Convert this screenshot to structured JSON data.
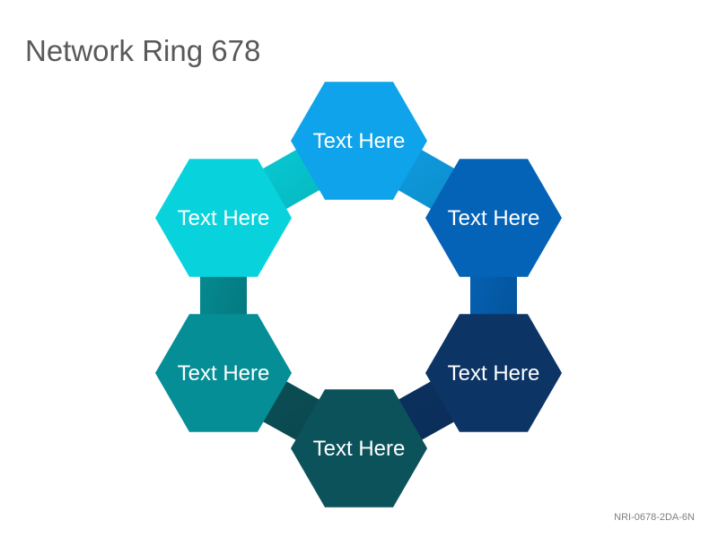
{
  "title": "Network Ring 678",
  "code": "NRI-0678-2DA-6N",
  "nodes": [
    {
      "label": "Text Here",
      "color": "#0ea3ea"
    },
    {
      "label": "Text Here",
      "color": "#0563b7"
    },
    {
      "label": "Text Here",
      "color": "#0c3464"
    },
    {
      "label": "Text Here",
      "color": "#0c525a"
    },
    {
      "label": "Text Here",
      "color": "#058e95"
    },
    {
      "label": "Text Here",
      "color": "#08d3dd"
    }
  ]
}
